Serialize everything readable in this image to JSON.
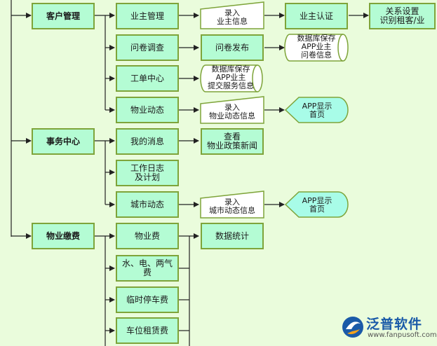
{
  "colors": {
    "background": "#eafcdc",
    "box_fill": "#b4fcd4",
    "box_border": "#7ea43a",
    "shape_fill": "#ffffff",
    "display_fill": "#a8fce8",
    "line": "#222222",
    "brand": "#1a5aa8"
  },
  "nodes": {
    "customer_mgmt": "客户管理",
    "affairs_center": "事务中心",
    "property_fee": "物业缴费",
    "owner_mgmt": "业主管理",
    "input_owner_info": "录入\n业主信息",
    "owner_auth": "业主认证",
    "relation_setup": "关系设置\n识别租客/业",
    "survey": "问卷调查",
    "survey_publish": "问卷发布",
    "db_survey": "数据库保存\nAPP业主\n问卷信息",
    "ticket_center": "工单中心",
    "db_service": "数据库保存\nAPP业主\n提交服务信息",
    "property_news": "物业动态",
    "input_news": "录入\n物业动态信息",
    "app_home_1": "APP显示\n首页",
    "my_messages": "我的消息",
    "view_policy": "查看\n物业政策新闻",
    "work_log": "工作日志\n及计划",
    "city_news": "城市动态",
    "input_city": "录入\n城市动态信息",
    "app_home_2": "APP显示\n首页",
    "property_fee_item": "物业费",
    "stats": "数据统计",
    "utilities": "水、电、两气\n费",
    "temp_parking": "临时停车费",
    "space_rent": "车位租赁费"
  },
  "logo": {
    "name": "泛普软件",
    "url": "www.fanpusoft.com"
  }
}
